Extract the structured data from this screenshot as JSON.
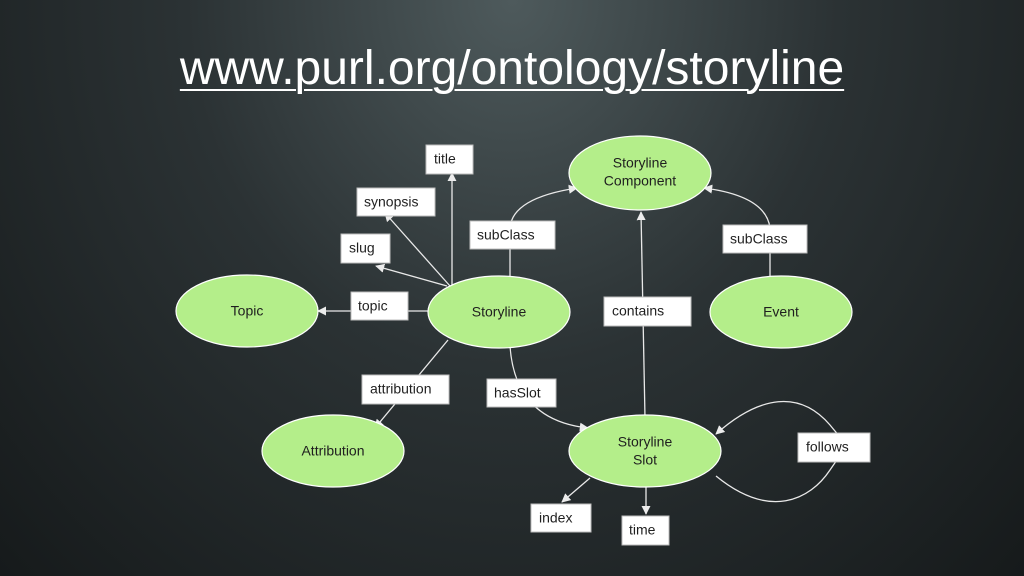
{
  "title": "www.purl.org/ontology/storyline",
  "nodes": {
    "storyline_component": [
      "Storyline",
      "Component"
    ],
    "topic": [
      "Topic"
    ],
    "storyline": [
      "Storyline"
    ],
    "event": [
      "Event"
    ],
    "attribution": [
      "Attribution"
    ],
    "storyline_slot": [
      "Storyline",
      "Slot"
    ]
  },
  "labels": {
    "title": "title",
    "synopsis": "synopsis",
    "slug": "slug",
    "topic": "topic",
    "subclass_storyline": "subClass",
    "subclass_event": "subClass",
    "contains": "contains",
    "attribution": "attribution",
    "has_slot": "hasSlot",
    "follows": "follows",
    "index": "index",
    "time": "time"
  }
}
